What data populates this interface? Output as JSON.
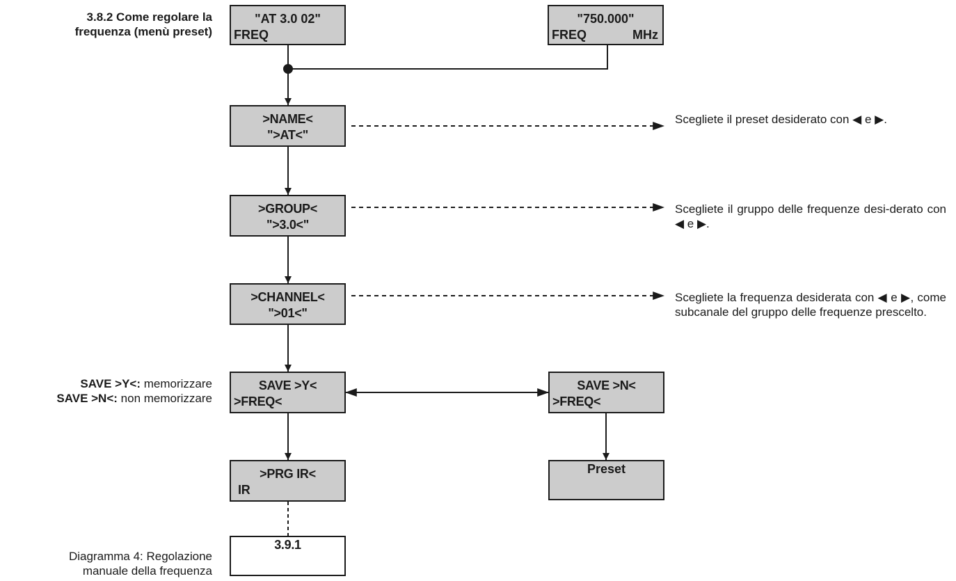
{
  "heading": {
    "line1": "3.8.2 Come regolare la",
    "line2": "frequenza (menù preset)"
  },
  "boxes": {
    "top_left": {
      "line1": "\"AT 3.0 02\"",
      "line2": "FREQ"
    },
    "top_right": {
      "line1": "\"750.000\"",
      "line2_left": "FREQ",
      "line2_right": "MHz"
    },
    "name": {
      "line1": ">NAME<",
      "line2": "\">AT<\""
    },
    "group": {
      "line1": ">GROUP<",
      "line2": "\">3.0<\""
    },
    "channel": {
      "line1": ">CHANNEL<",
      "line2": "\">01<\""
    },
    "save_y": {
      "line1": "SAVE >Y<",
      "line2": ">FREQ<"
    },
    "save_n": {
      "line1": "SAVE >N<",
      "line2": ">FREQ<"
    },
    "prg_ir": {
      "line1": ">PRG IR<",
      "line2": "IR"
    },
    "preset": {
      "label": "Preset"
    },
    "ref": {
      "label": "3.9.1"
    }
  },
  "notes": {
    "name": "Scegliete il preset desiderato con ◀ e ▶.",
    "group": "Scegliete il gruppo delle frequenze desi-derato con ◀ e ▶.",
    "channel": "Scegliete la frequenza desiderata con ◀ e ▶, come subcanale del gruppo delle frequenze prescelto."
  },
  "save_legend": {
    "y_key": "SAVE >Y<:",
    "y_text": " memorizzare",
    "n_key": "SAVE >N<:",
    "n_text": " non memorizzare"
  },
  "caption": {
    "line1": "Diagramma 4: Regolazione",
    "line2": "manuale della frequenza"
  },
  "colors": {
    "box_fill": "#cccccc",
    "line": "#1a1a1a",
    "background": "#ffffff"
  }
}
